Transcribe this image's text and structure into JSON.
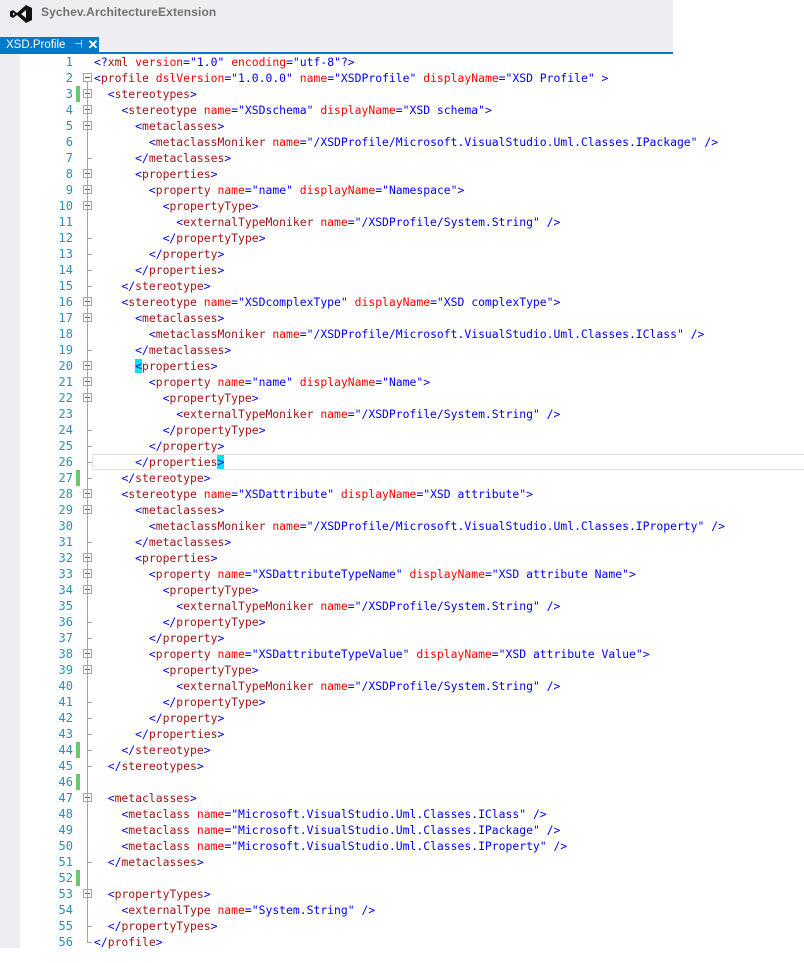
{
  "window": {
    "app_title": "Sychev.ArchitectureExtension",
    "logo_icon": "visual-studio-logo"
  },
  "tab": {
    "label": "XSD.Profile",
    "pin_icon": "⊣",
    "close_icon": "✕"
  },
  "colors": {
    "accent": "#007acc",
    "line_number": "#2b91af",
    "tag_name": "#a31515",
    "attr_name": "#ff0000",
    "attr_value": "#0000ff",
    "change_marker": "#6cc86c",
    "bracket_match": "#00e5ee"
  },
  "editor": {
    "current_line": 26,
    "changed_lines": [
      3,
      27,
      44,
      46,
      52
    ],
    "fold_lines": [
      2,
      3,
      4,
      5,
      8,
      9,
      10,
      16,
      17,
      20,
      21,
      22,
      28,
      29,
      32,
      33,
      34,
      38,
      39,
      47,
      53
    ],
    "lines": [
      {
        "n": "1",
        "text": "<?xml version=\"1.0\" encoding=\"utf-8\"?>"
      },
      {
        "n": "2",
        "text": "<profile dslVersion=\"1.0.0.0\" name=\"XSDProfile\" displayName=\"XSD Profile\" >"
      },
      {
        "n": "3",
        "text": "  <stereotypes>"
      },
      {
        "n": "4",
        "text": "    <stereotype name=\"XSDschema\" displayName=\"XSD schema\">"
      },
      {
        "n": "5",
        "text": "      <metaclasses>"
      },
      {
        "n": "6",
        "text": "        <metaclassMoniker name=\"/XSDProfile/Microsoft.VisualStudio.Uml.Classes.IPackage\" />"
      },
      {
        "n": "7",
        "text": "      </metaclasses>"
      },
      {
        "n": "8",
        "text": "      <properties>"
      },
      {
        "n": "9",
        "text": "        <property name=\"name\" displayName=\"Namespace\">"
      },
      {
        "n": "10",
        "text": "          <propertyType>"
      },
      {
        "n": "11",
        "text": "            <externalTypeMoniker name=\"/XSDProfile/System.String\" />"
      },
      {
        "n": "12",
        "text": "          </propertyType>"
      },
      {
        "n": "13",
        "text": "        </property>"
      },
      {
        "n": "14",
        "text": "      </properties>"
      },
      {
        "n": "15",
        "text": "    </stereotype>"
      },
      {
        "n": "16",
        "text": "    <stereotype name=\"XSDcomplexType\" displayName=\"XSD complexType\">"
      },
      {
        "n": "17",
        "text": "      <metaclasses>"
      },
      {
        "n": "18",
        "text": "        <metaclassMoniker name=\"/XSDProfile/Microsoft.VisualStudio.Uml.Classes.IClass\" />"
      },
      {
        "n": "19",
        "text": "      </metaclasses>"
      },
      {
        "n": "20",
        "text": "      <properties>"
      },
      {
        "n": "21",
        "text": "        <property name=\"name\" displayName=\"Name\">"
      },
      {
        "n": "22",
        "text": "          <propertyType>"
      },
      {
        "n": "23",
        "text": "            <externalTypeMoniker name=\"/XSDProfile/System.String\" />"
      },
      {
        "n": "24",
        "text": "          </propertyType>"
      },
      {
        "n": "25",
        "text": "        </property>"
      },
      {
        "n": "26",
        "text": "      </properties>"
      },
      {
        "n": "27",
        "text": "    </stereotype>"
      },
      {
        "n": "28",
        "text": "    <stereotype name=\"XSDattribute\" displayName=\"XSD attribute\">"
      },
      {
        "n": "29",
        "text": "      <metaclasses>"
      },
      {
        "n": "30",
        "text": "        <metaclassMoniker name=\"/XSDProfile/Microsoft.VisualStudio.Uml.Classes.IProperty\" />"
      },
      {
        "n": "31",
        "text": "      </metaclasses>"
      },
      {
        "n": "32",
        "text": "      <properties>"
      },
      {
        "n": "33",
        "text": "        <property name=\"XSDattributeTypeName\" displayName=\"XSD attribute Name\">"
      },
      {
        "n": "34",
        "text": "          <propertyType>"
      },
      {
        "n": "35",
        "text": "            <externalTypeMoniker name=\"/XSDProfile/System.String\" />"
      },
      {
        "n": "36",
        "text": "          </propertyType>"
      },
      {
        "n": "37",
        "text": "        </property>"
      },
      {
        "n": "38",
        "text": "        <property name=\"XSDattributeTypeValue\" displayName=\"XSD attribute Value\">"
      },
      {
        "n": "39",
        "text": "          <propertyType>"
      },
      {
        "n": "40",
        "text": "            <externalTypeMoniker name=\"/XSDProfile/System.String\" />"
      },
      {
        "n": "41",
        "text": "          </propertyType>"
      },
      {
        "n": "42",
        "text": "        </property>"
      },
      {
        "n": "43",
        "text": "      </properties>"
      },
      {
        "n": "44",
        "text": "    </stereotype>"
      },
      {
        "n": "45",
        "text": "  </stereotypes>"
      },
      {
        "n": "46",
        "text": ""
      },
      {
        "n": "47",
        "text": "  <metaclasses>"
      },
      {
        "n": "48",
        "text": "    <metaclass name=\"Microsoft.VisualStudio.Uml.Classes.IClass\" />"
      },
      {
        "n": "49",
        "text": "    <metaclass name=\"Microsoft.VisualStudio.Uml.Classes.IPackage\" />"
      },
      {
        "n": "50",
        "text": "    <metaclass name=\"Microsoft.VisualStudio.Uml.Classes.IProperty\" />"
      },
      {
        "n": "51",
        "text": "  </metaclasses>"
      },
      {
        "n": "52",
        "text": ""
      },
      {
        "n": "53",
        "text": "  <propertyTypes>"
      },
      {
        "n": "54",
        "text": "    <externalType name=\"System.String\" />"
      },
      {
        "n": "55",
        "text": "  </propertyTypes>"
      },
      {
        "n": "56",
        "text": "</profile>"
      }
    ]
  }
}
